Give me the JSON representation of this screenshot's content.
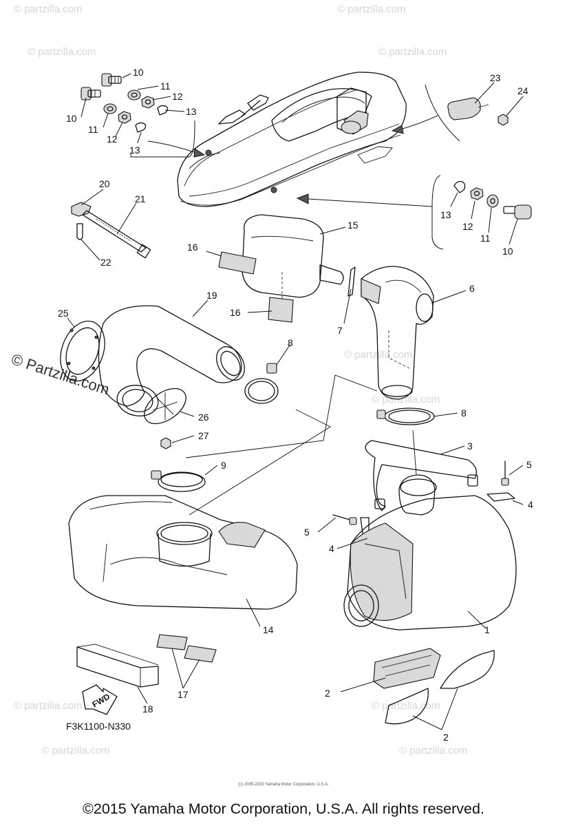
{
  "watermark": "© partzilla.com",
  "watermark_main": "© Partzilla.com",
  "diagram_code": "F3K1100-N330",
  "fwd_label": "FWD",
  "small_copyright": "(c) 2005-2015 Yamaha Motor Corporation, U.S.A.",
  "copyright": "©2015 Yamaha Motor Corporation, U.S.A. All rights reserved.",
  "callouts": {
    "c1": "1",
    "c2a": "2",
    "c2b": "2",
    "c3": "3",
    "c4a": "4",
    "c4b": "4",
    "c5a": "5",
    "c5b": "5",
    "c6": "6",
    "c7": "7",
    "c8a": "8",
    "c8b": "8",
    "c9": "9",
    "c10a": "10",
    "c10b": "10",
    "c10c": "10",
    "c11a": "11",
    "c11b": "11",
    "c11c": "11",
    "c12a": "12",
    "c12b": "12",
    "c12c": "12",
    "c13a": "13",
    "c13b": "13",
    "c13c": "13",
    "c14": "14",
    "c15": "15",
    "c16a": "16",
    "c16b": "16",
    "c17": "17",
    "c18": "18",
    "c19": "19",
    "c20": "20",
    "c21": "21",
    "c22": "22",
    "c23": "23",
    "c24": "24",
    "c25": "25",
    "c26": "26",
    "c27": "27"
  }
}
